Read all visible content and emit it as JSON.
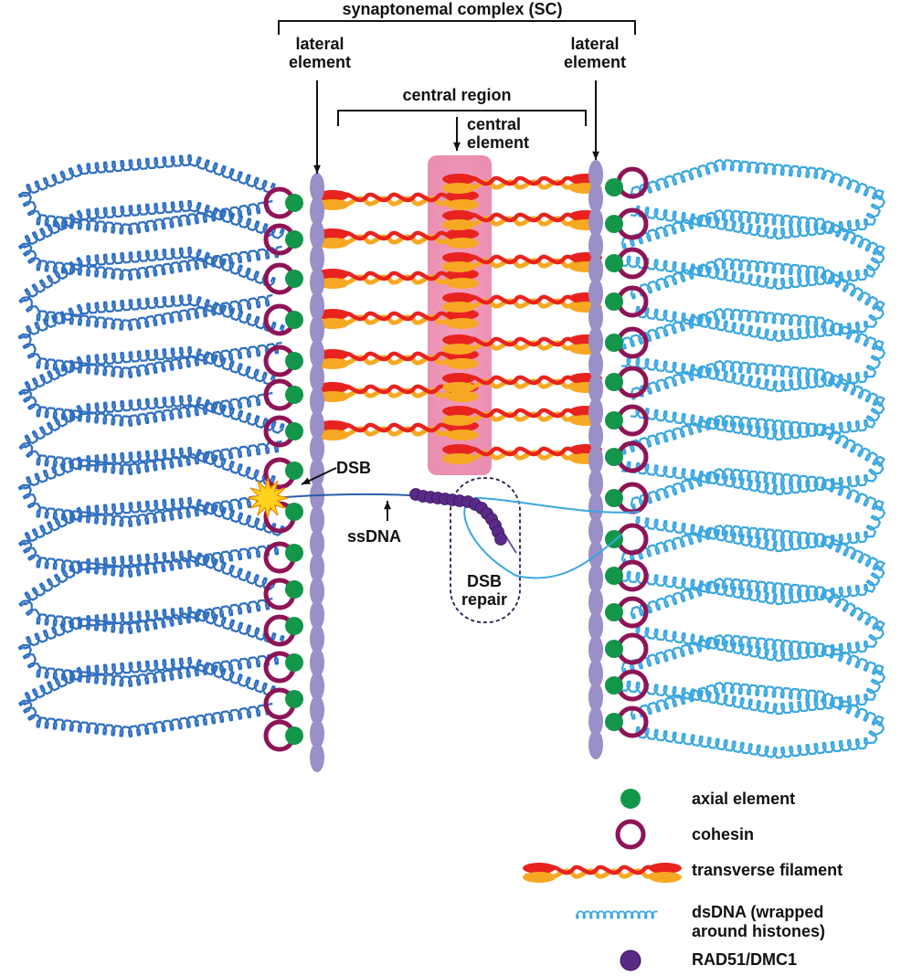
{
  "labels": {
    "sc": "synaptonemal complex (SC)",
    "lateral_left": "lateral element",
    "lateral_right": "lateral element",
    "central_region": "central region",
    "central_element": "central element",
    "dsb": "DSB",
    "ssdna": "ssDNA",
    "dsb_repair": "DSB repair"
  },
  "legend": [
    {
      "key": "axial",
      "label": "axial element",
      "icon": "green-dot"
    },
    {
      "key": "cohesin",
      "label": "cohesin",
      "icon": "ring"
    },
    {
      "key": "tf",
      "label": "transverse filament",
      "icon": "twisted-filament"
    },
    {
      "key": "dsdna",
      "label": "dsDNA (wrapped around histones)",
      "icon": "coil-line"
    },
    {
      "key": "rad51",
      "label": "RAD51/DMC1",
      "icon": "purple-dot"
    }
  ],
  "colors": {
    "dna_left": "#2f6fc0",
    "dna_right": "#3aa7e0",
    "lateral": "#9a8fc6",
    "axial": "#12964a",
    "cohesin": "#8e1457",
    "tf_red": "#e8231f",
    "tf_orange": "#f7a823",
    "central": "#e77aa3",
    "rad51": "#5a2a87",
    "star": "#ffd21f"
  }
}
